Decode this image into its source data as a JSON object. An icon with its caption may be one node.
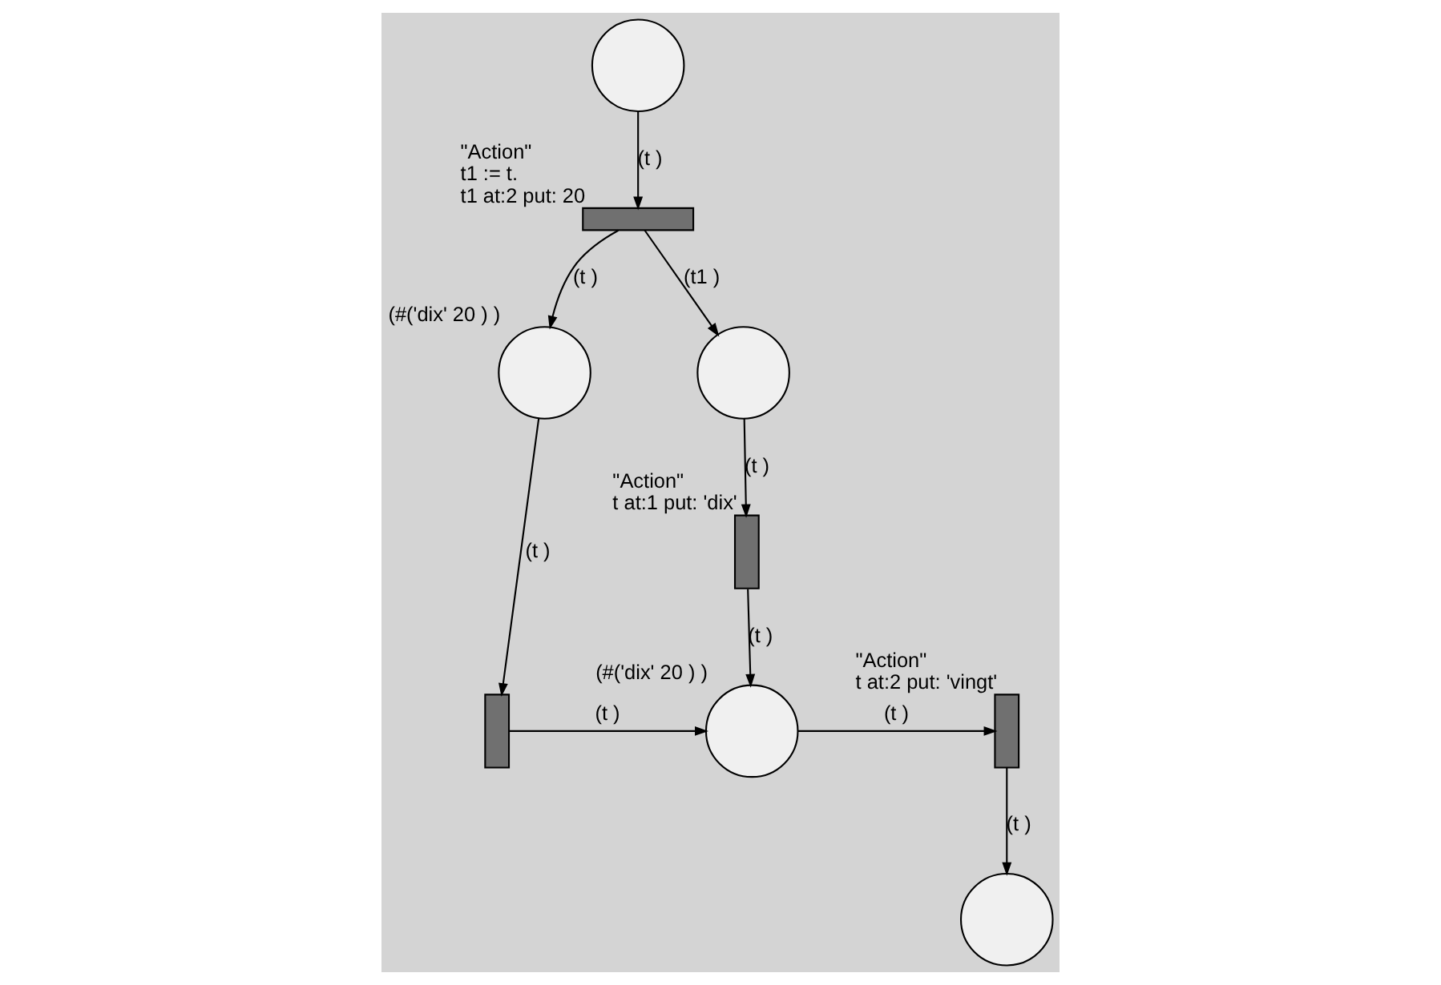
{
  "diagram": {
    "nodes": [
      {
        "text": [],
        "shape": "circle"
      },
      {
        "text": [],
        "shape": "bar",
        "beside": [
          "\"Action\"",
          "t1 := t.",
          "t1 at:2 put: 20"
        ]
      },
      {
        "text": [],
        "shape": "circle",
        "beside": [
          "(#('dix' 20 ) )"
        ]
      },
      {
        "text": [],
        "shape": "circle"
      },
      {
        "text": [],
        "shape": "bar",
        "beside": [
          "\"Action\"",
          "t at:1 put: 'dix'"
        ]
      },
      {
        "text": [],
        "shape": "bar"
      },
      {
        "text": [],
        "shape": "circle",
        "beside": [
          "(#('dix' 20 ) )"
        ]
      },
      {
        "text": [],
        "shape": "bar",
        "beside": [
          "\"Action\"",
          "t at:2 put: 'vingt'"
        ]
      },
      {
        "text": [],
        "shape": "circle"
      }
    ],
    "edges": [
      {
        "from": 0,
        "to": 1,
        "arrow": "to",
        "label": "(t )"
      },
      {
        "from": 1,
        "to": 2,
        "arrow": "to",
        "label": "(t )"
      },
      {
        "from": 1,
        "to": 3,
        "arrow": "to",
        "label": "(t1 )"
      },
      {
        "from": 3,
        "to": 4,
        "arrow": "to",
        "label": "(t )"
      },
      {
        "from": 4,
        "to": 6,
        "arrow": "to",
        "label": "(t )"
      },
      {
        "from": 2,
        "to": 5,
        "arrow": "to",
        "label": "(t )"
      },
      {
        "from": 5,
        "to": 6,
        "arrow": "to",
        "label": "(t )"
      },
      {
        "from": 6,
        "to": 7,
        "arrow": "to",
        "label": "(t )"
      },
      {
        "from": 7,
        "to": 8,
        "arrow": "to",
        "label": "(t )"
      }
    ]
  }
}
